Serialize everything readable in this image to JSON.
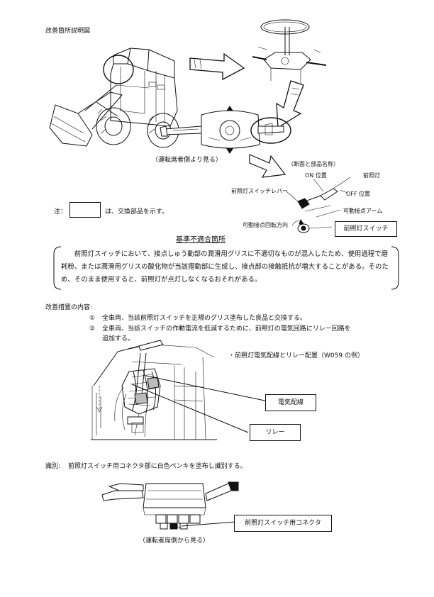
{
  "section1": {
    "title": "改善箇所説明図",
    "driver_view_caption": "（運転席者側より見る）",
    "cross_section_caption": "（断面と部品名称）",
    "labels": {
      "on_position": "ON 位置",
      "headlamp": "前照灯",
      "off_position": "OFF 位置",
      "lever": "前照灯スイッチレバー",
      "movable_arm": "可動接点アーム",
      "rotation_direction": "可動接点回転方向",
      "switch": "前照灯スイッチ"
    },
    "note_prefix": "注：",
    "note_suffix": "は、交換部品を示す。"
  },
  "defect": {
    "heading": "基準不適合箇所",
    "body": "前照灯スイッチにおいて、接点しゅう動部の潤滑用グリスに不適切なものが混入したため、使用過程で磨耗粉、または潤滑用グリスの酸化物が当該摺動部に生成し、接点部の接触抵抗が増大することがある。そのため、そのまま使用すると、前照灯が点灯しなくなるおそれがある。"
  },
  "measures": {
    "heading": "改善措置の内容:",
    "items": [
      {
        "num": "①",
        "text": "全車両、当該前照灯スイッチを正規のグリス塗布した良品と交換する。"
      },
      {
        "num": "②",
        "text_line1": "全車両、当該スイッチの作動電流を低減するために、前照灯の電気回路にリレー回路を",
        "text_line2": "追加する。"
      }
    ],
    "diagram_caption": "・前照灯電気配線とリレー配置（W059 の例）",
    "wiring_label": "電気配線",
    "relay_label": "リレー"
  },
  "identification": {
    "label": "識別:",
    "text": "前照灯スイッチ用コネクタ部に白色ペンキを塗布し識別する。",
    "connector_label": "前照灯スイッチ用コネクタ",
    "view_caption": "（運転者席側から見る）"
  }
}
